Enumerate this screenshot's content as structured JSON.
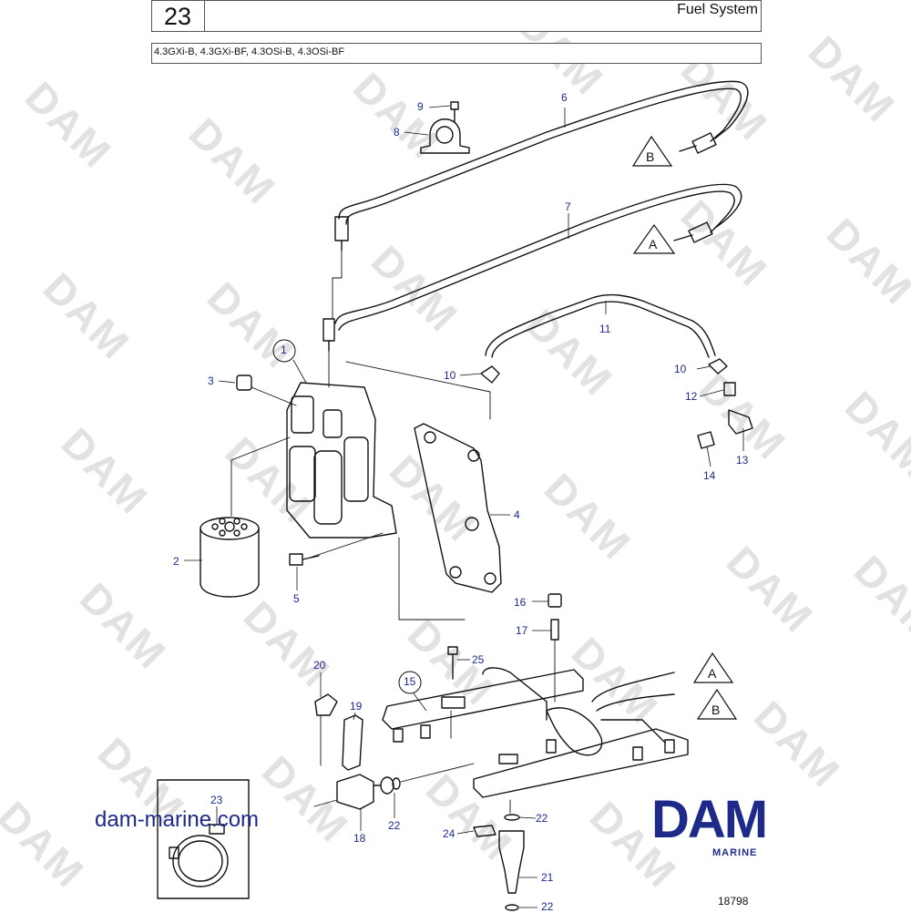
{
  "header": {
    "section_number": "23",
    "title": "Fuel System",
    "models": "4.3GXi-B, 4.3GXi-BF, 4.3OSi-B, 4.3OSi-BF"
  },
  "watermark_text": "DAM",
  "callouts": [
    {
      "id": "c1",
      "label": "1",
      "circled": true
    },
    {
      "id": "c2",
      "label": "2"
    },
    {
      "id": "c3",
      "label": "3"
    },
    {
      "id": "c4",
      "label": "4"
    },
    {
      "id": "c5",
      "label": "5"
    },
    {
      "id": "c6",
      "label": "6"
    },
    {
      "id": "c7",
      "label": "7"
    },
    {
      "id": "c8",
      "label": "8"
    },
    {
      "id": "c9",
      "label": "9"
    },
    {
      "id": "c10a",
      "label": "10"
    },
    {
      "id": "c10b",
      "label": "10"
    },
    {
      "id": "c11",
      "label": "11"
    },
    {
      "id": "c12",
      "label": "12"
    },
    {
      "id": "c13",
      "label": "13"
    },
    {
      "id": "c14",
      "label": "14"
    },
    {
      "id": "c15",
      "label": "15",
      "circled": true
    },
    {
      "id": "c16",
      "label": "16"
    },
    {
      "id": "c17",
      "label": "17"
    },
    {
      "id": "c18",
      "label": "18"
    },
    {
      "id": "c19",
      "label": "19"
    },
    {
      "id": "c20",
      "label": "20"
    },
    {
      "id": "c21",
      "label": "21"
    },
    {
      "id": "c22a",
      "label": "22"
    },
    {
      "id": "c22b",
      "label": "22"
    },
    {
      "id": "c22c",
      "label": "22"
    },
    {
      "id": "c23",
      "label": "23"
    },
    {
      "id": "c24",
      "label": "24"
    },
    {
      "id": "c25",
      "label": "25"
    }
  ],
  "triangle_labels": {
    "top_b": "B",
    "top_a": "A",
    "rail_a": "A",
    "rail_b": "B"
  },
  "footer": {
    "website": "dam-marine.com",
    "logo_text": "DAM",
    "logo_subtext": "MARINE",
    "drawing_number": "18798"
  },
  "colors": {
    "callout": "#1d2a8a",
    "logo": "#1d2a8a",
    "watermark": "#e2e2e2",
    "line": "#111111"
  }
}
